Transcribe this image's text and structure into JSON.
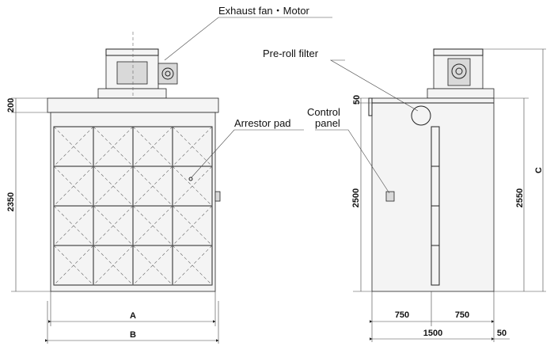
{
  "callouts": {
    "exhaust_fan_motor": "Exhaust fan・Motor",
    "pre_roll_filter": "Pre-roll filter",
    "control_panel_line1": "Control",
    "control_panel_line2": "panel",
    "arrestor_pad": "Arrestor pad"
  },
  "front_view": {
    "dim_top": "200",
    "dim_height": "2350",
    "dim_width_inner": "A",
    "dim_width_outer": "B"
  },
  "side_view": {
    "dim_top": "50",
    "dim_height_body": "2500",
    "dim_height_total": "2550",
    "dim_height_overall": "C",
    "dim_left_half": "750",
    "dim_right_half": "750",
    "dim_total_width": "1500",
    "dim_offset": "50"
  }
}
